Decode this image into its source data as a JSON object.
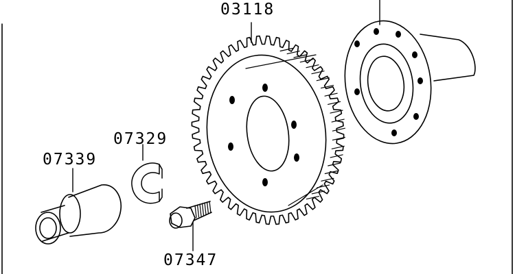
{
  "parts": [
    {
      "number": "03118",
      "name": "ring-gear"
    },
    {
      "number": "07329",
      "name": "snap-ring"
    },
    {
      "number": "07339",
      "name": "pinion-shaft"
    },
    {
      "number": "07347",
      "name": "bolt"
    }
  ],
  "colors": {
    "line": "#000000",
    "background": "#ffffff"
  }
}
